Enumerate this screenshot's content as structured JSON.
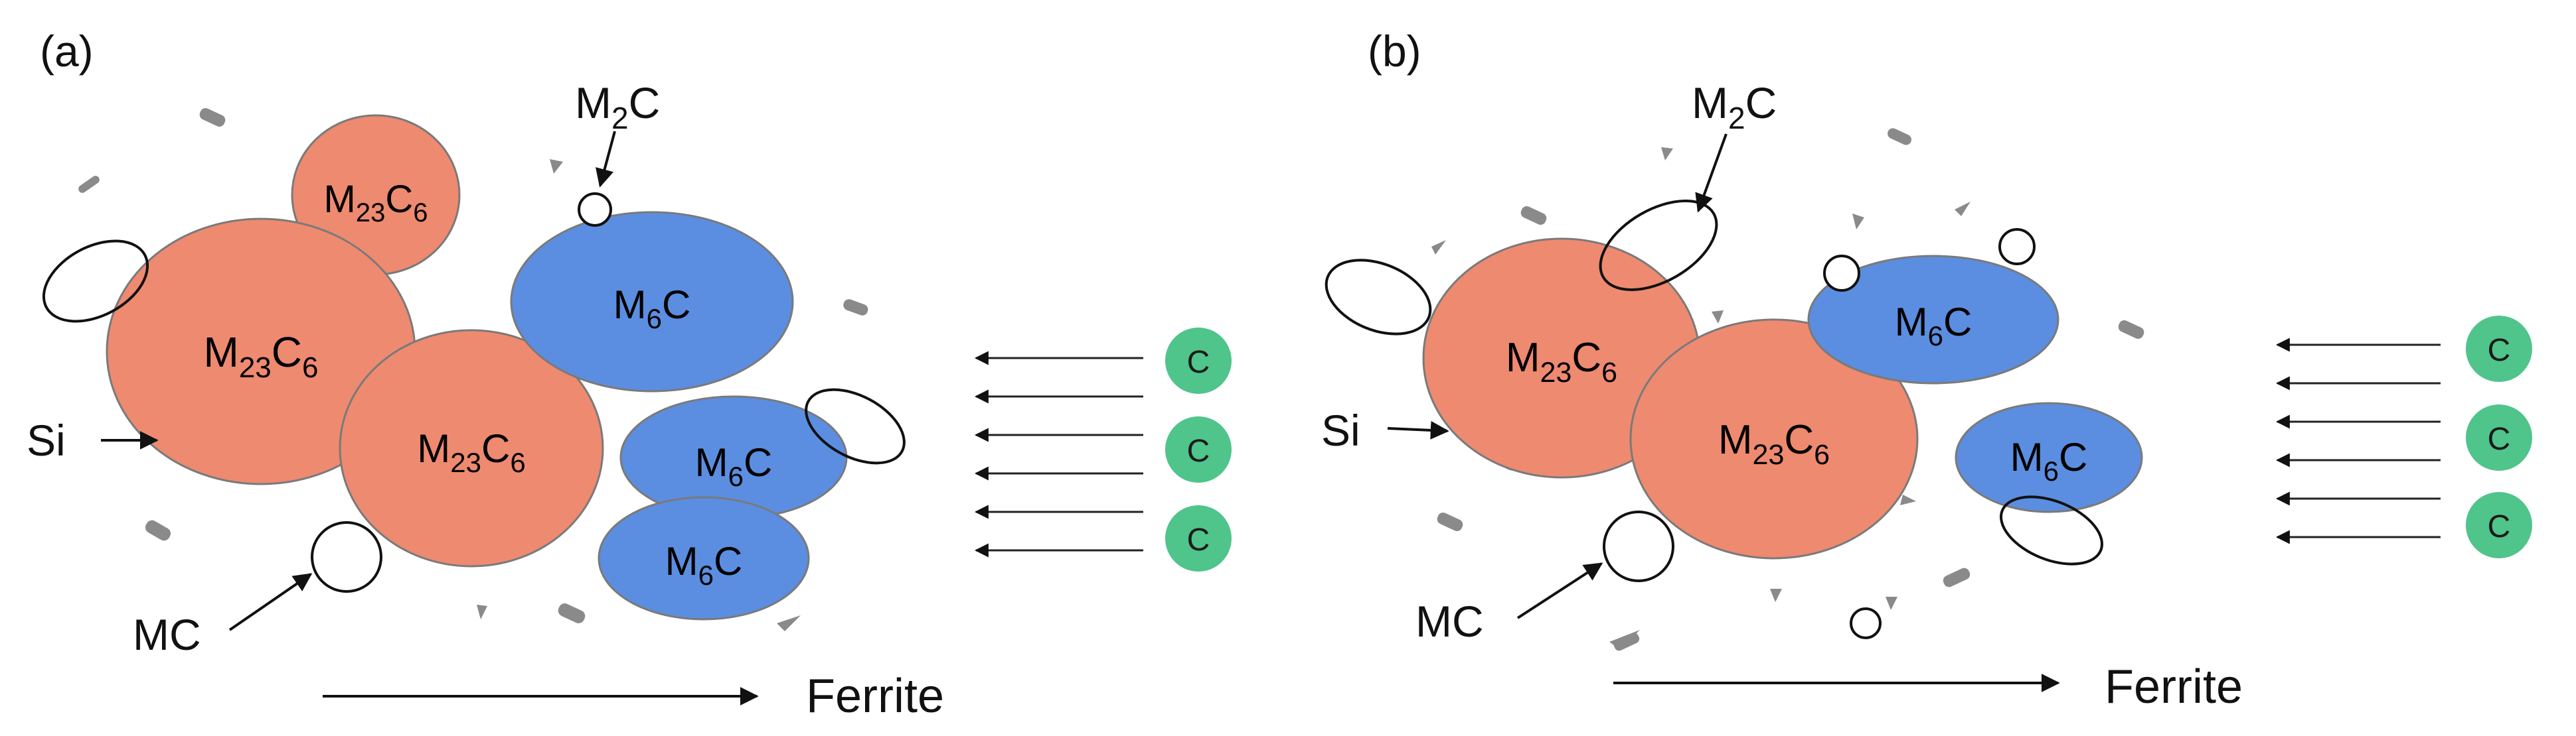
{
  "panels": {
    "a": {
      "tag": "(a)",
      "carbides": {
        "m23c6_top": {
          "base": "M",
          "sub1": "23",
          "mid": "C",
          "sub2": "6"
        },
        "m23c6_left": {
          "base": "M",
          "sub1": "23",
          "mid": "C",
          "sub2": "6"
        },
        "m23c6_center": {
          "base": "M",
          "sub1": "23",
          "mid": "C",
          "sub2": "6"
        },
        "m6c_top": {
          "base": "M",
          "sub1": "6",
          "mid": "C"
        },
        "m6c_mid": {
          "base": "M",
          "sub1": "6",
          "mid": "C"
        },
        "m6c_bottom": {
          "base": "M",
          "sub1": "6",
          "mid": "C"
        }
      },
      "labels": {
        "m2c": {
          "base": "M",
          "sub": "2",
          "tail": "C"
        },
        "si": "Si",
        "mc": "MC",
        "ferrite": "Ferrite"
      },
      "carbon_atoms": [
        "C",
        "C",
        "C"
      ]
    },
    "b": {
      "tag": "(b)",
      "carbides": {
        "m23c6_left": {
          "base": "M",
          "sub1": "23",
          "mid": "C",
          "sub2": "6"
        },
        "m23c6_center": {
          "base": "M",
          "sub1": "23",
          "mid": "C",
          "sub2": "6"
        },
        "m6c_top": {
          "base": "M",
          "sub1": "6",
          "mid": "C"
        },
        "m6c_right": {
          "base": "M",
          "sub1": "6",
          "mid": "C"
        }
      },
      "labels": {
        "m2c": {
          "base": "M",
          "sub": "2",
          "tail": "C"
        },
        "si": "Si",
        "mc": "MC",
        "ferrite": "Ferrite"
      },
      "carbon_atoms": [
        "C",
        "C",
        "C"
      ]
    }
  },
  "colors": {
    "m23c6": "#ee8a70",
    "m6c": "#5b8ee0",
    "carbon": "#4fc48b",
    "particle": "#8a8a8a"
  }
}
